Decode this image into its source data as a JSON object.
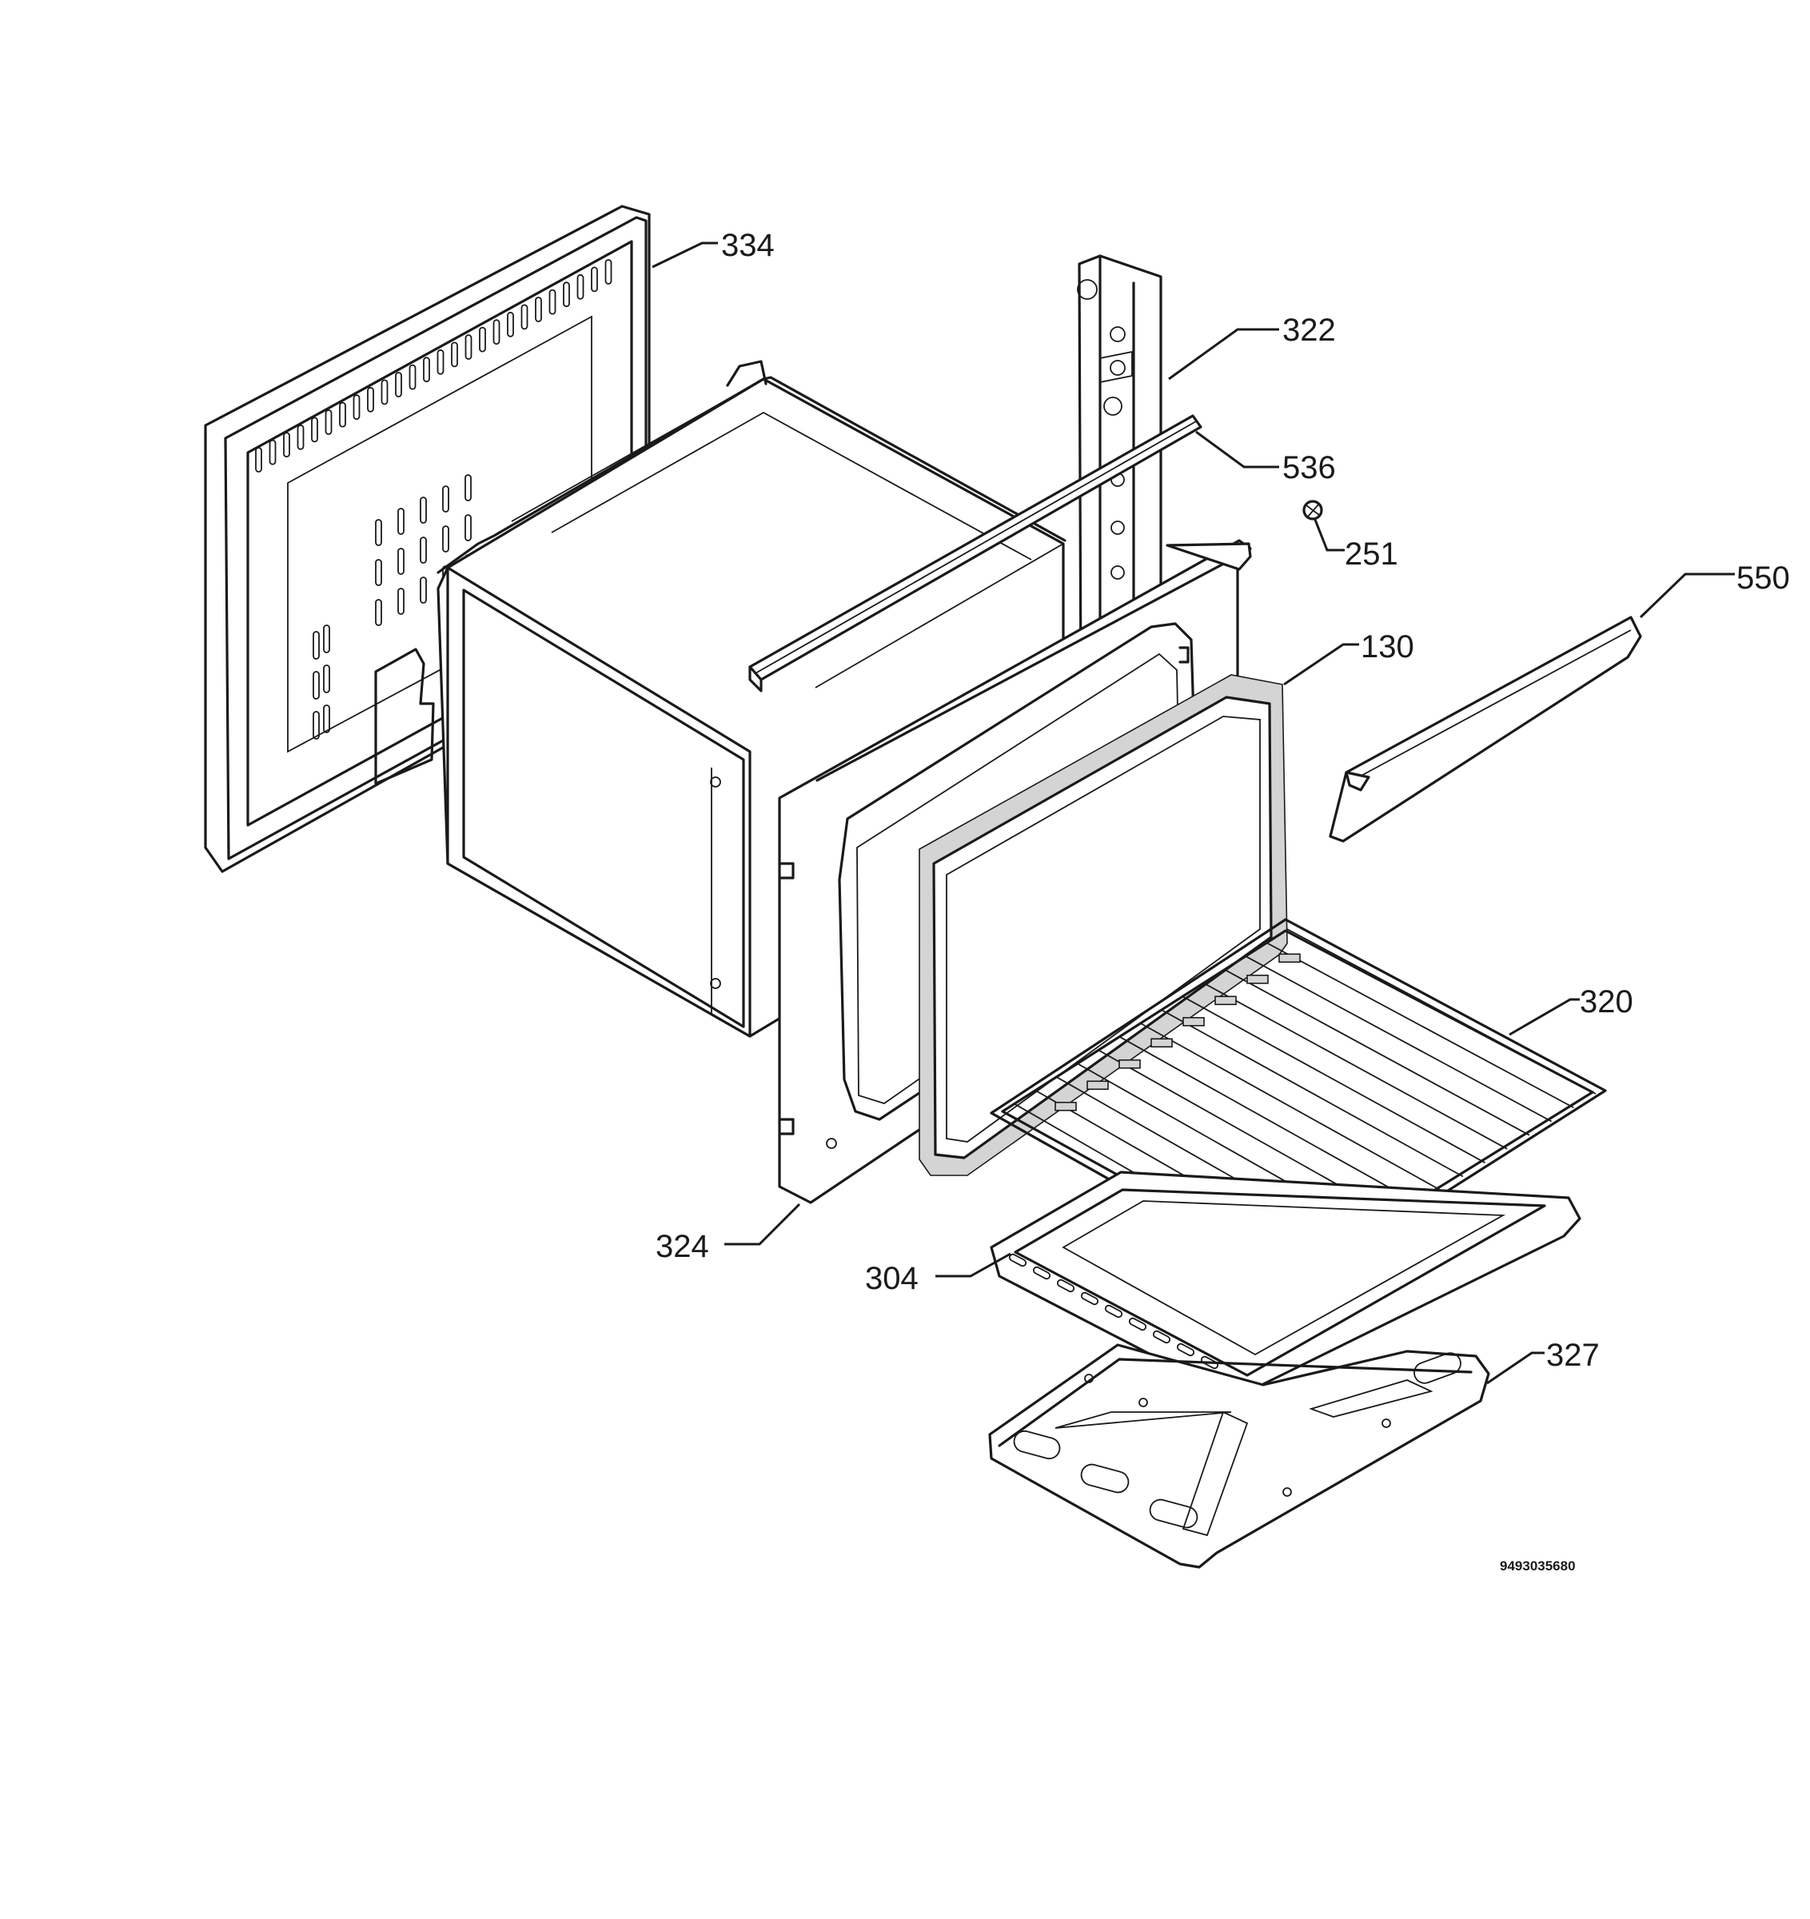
{
  "diagram": {
    "document_number": "9493035680",
    "callouts": {
      "p334": "334",
      "p322": "322",
      "p536": "536",
      "p251": "251",
      "p550": "550",
      "p130": "130",
      "p320": "320",
      "p324": "324",
      "p304": "304",
      "p327": "327"
    }
  }
}
